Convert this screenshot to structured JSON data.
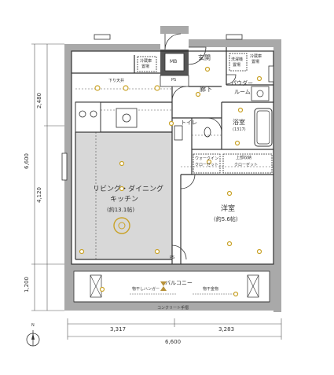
{
  "rooms": {
    "living": "リビング・ダイニング",
    "kitchen": "キッチン",
    "living_size": "(約13.1帖)",
    "western": "洋室",
    "western_size": "(約5.6帖)",
    "entrance": "玄関",
    "hallway": "廊下",
    "toilet": "トイレ",
    "bath": "浴室",
    "bath_size": "(1317)",
    "powder1": "パウダー",
    "powder2": "ルーム",
    "balcony": "バルコニー"
  },
  "fixtures": {
    "mb": "MB",
    "ps": "PS",
    "ps2": "PS",
    "dehumidifier1": "冷蔵庫",
    "dehumidifier2": "置場",
    "washer1": "洗濯機",
    "washer2": "置場",
    "fridge1": "冷蔵庫",
    "fridge2": "置場",
    "closet_walkin1": "ウォークイン",
    "closet_walkin2": "クローゼット",
    "closet": "クローゼット",
    "closet_small": "上部収納",
    "ceiling": "下り天井",
    "balcony_rail": "物干しハンガー",
    "balcony_hook": "物干金物",
    "balcony_slab": "コンクリート手摺"
  },
  "dimensions": {
    "left_top": "2,480",
    "left_total": "6,600",
    "left_mid": "4,120",
    "left_bottom": "1,200",
    "bottom_left": "3,317",
    "bottom_right": "3,283",
    "bottom_total": "6,600"
  },
  "compass": "N"
}
